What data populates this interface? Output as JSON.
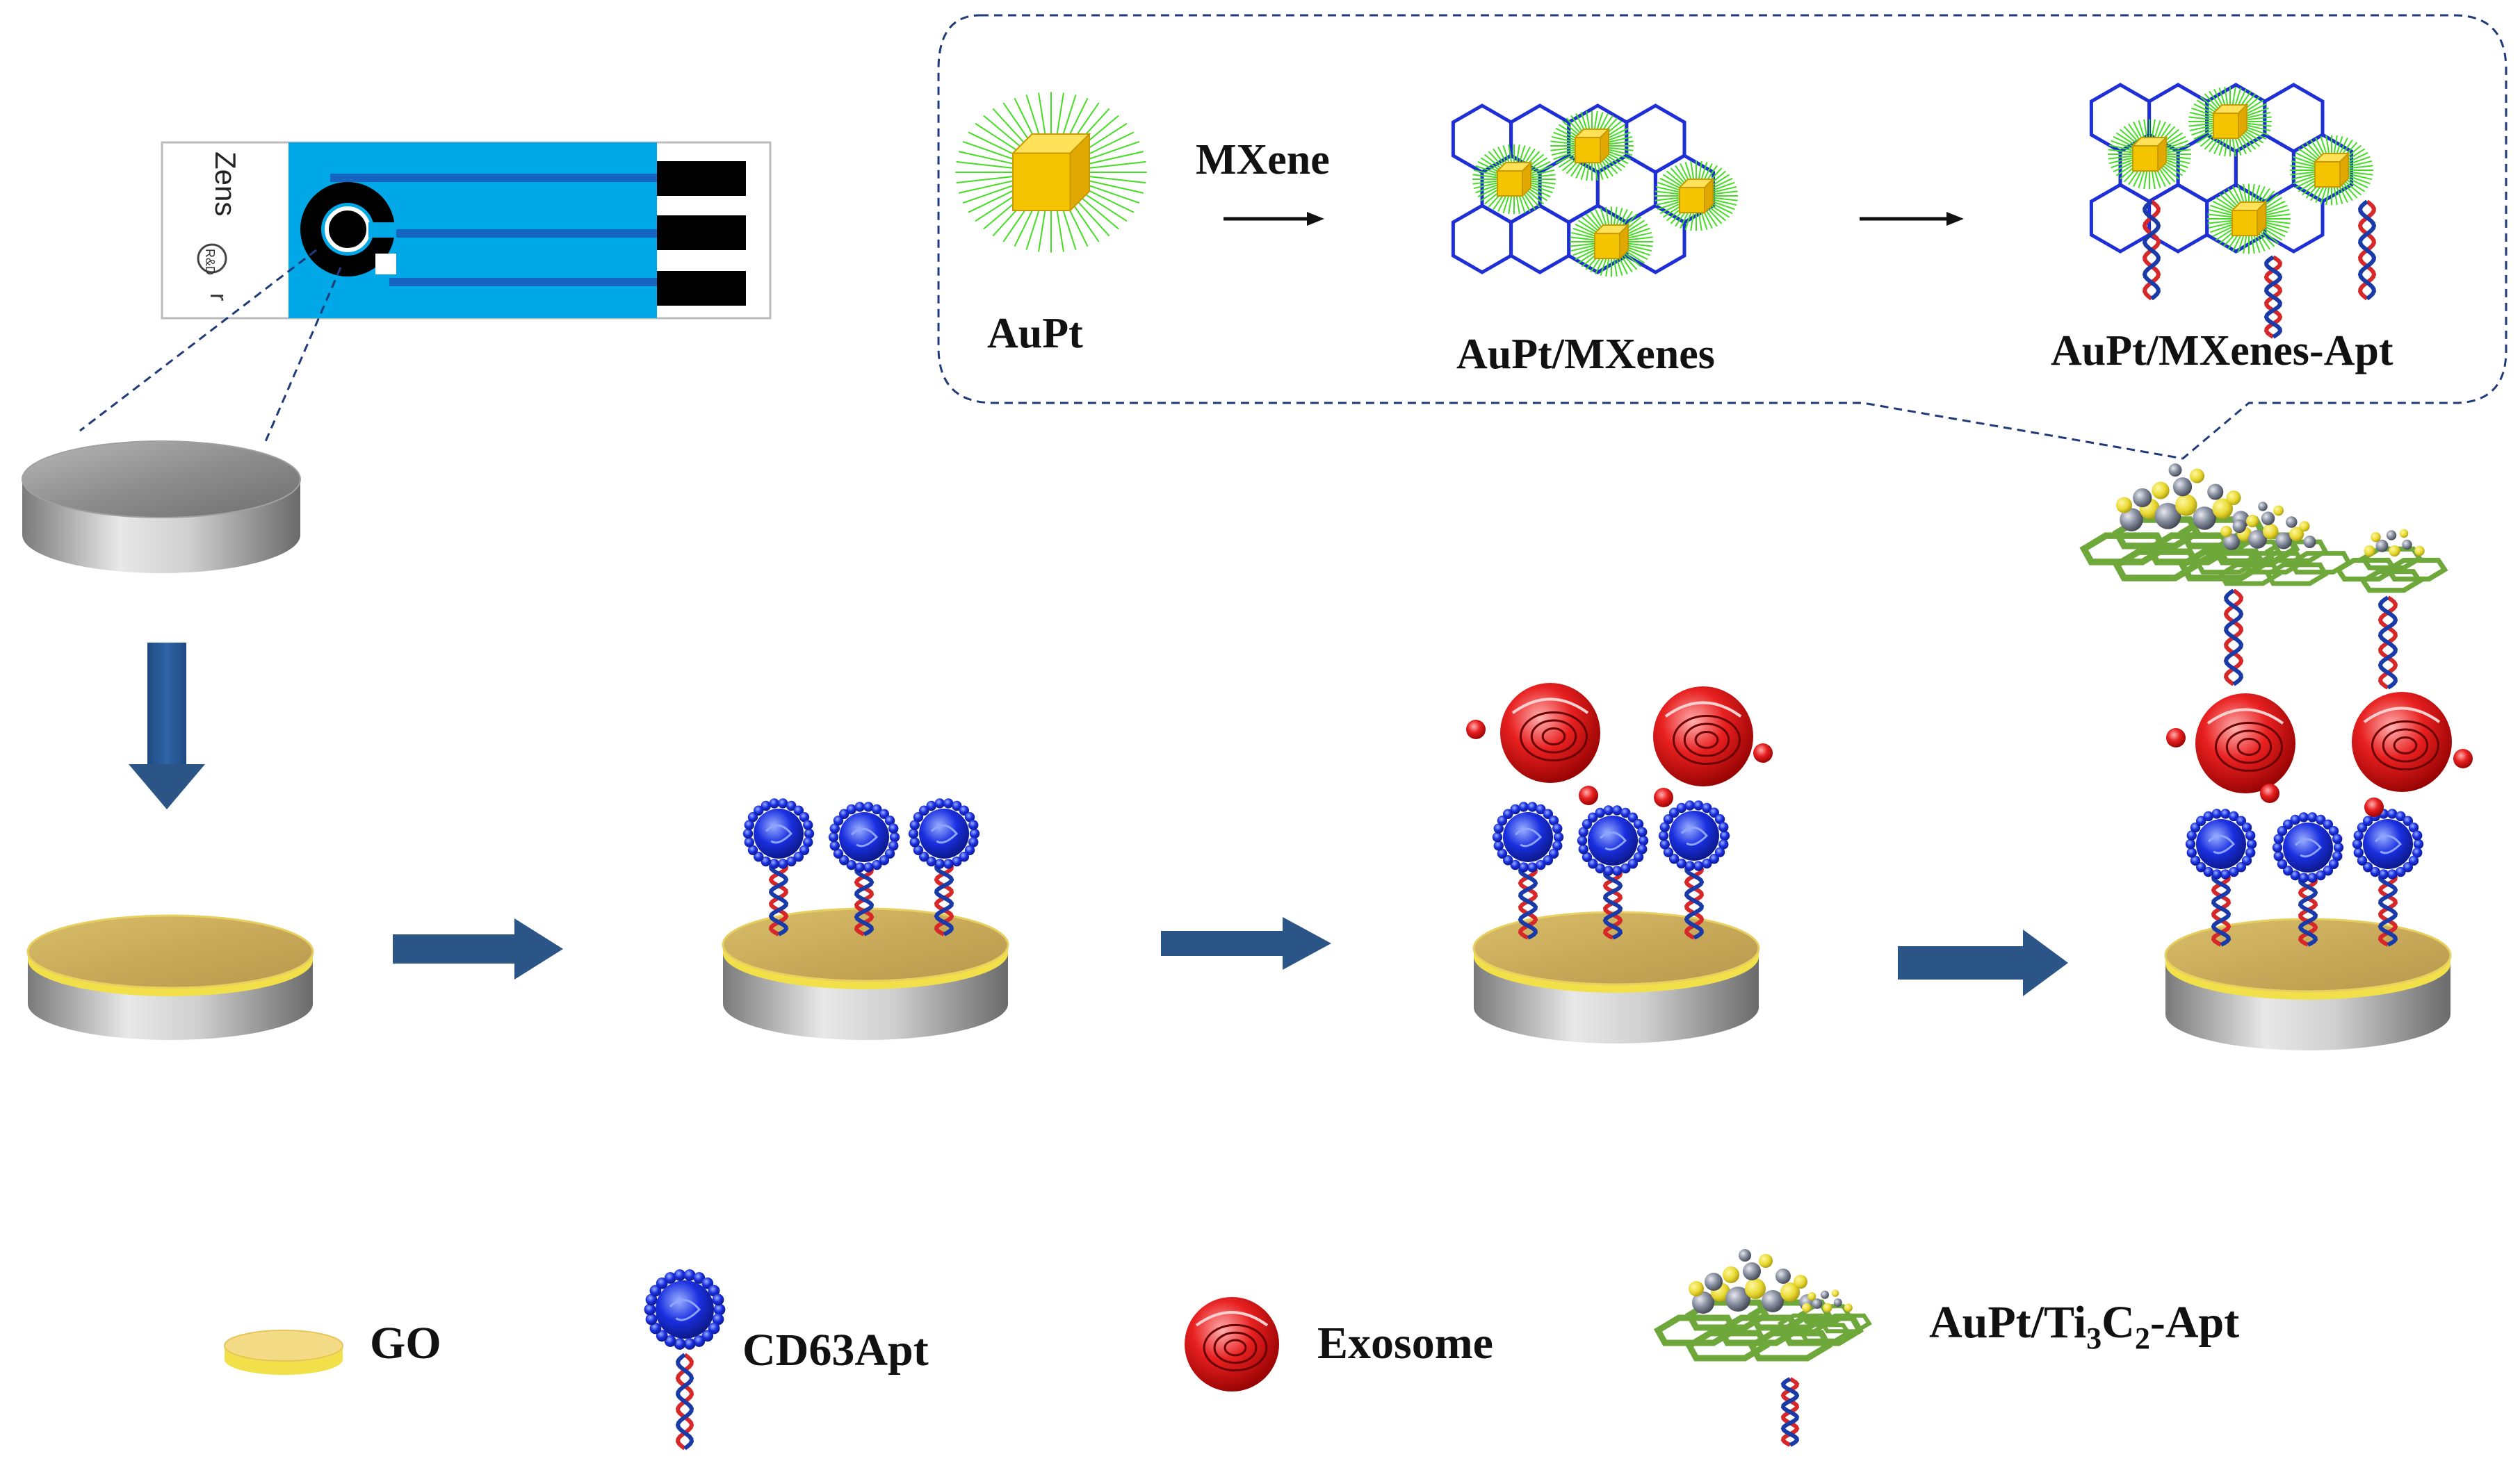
{
  "electrode": {
    "brand_text": "Zens",
    "logo_text": "R&D",
    "edge_text": "r"
  },
  "inset": {
    "aupt_label": "AuPt",
    "arrow_label": "MXene",
    "mxenes_label": "AuPt/MXenes",
    "apt_label": "AuPt/MXenes-Apt"
  },
  "legend": {
    "go_label": "GO",
    "cd63_label": "CD63Apt",
    "exosome_label": "Exosome",
    "probe_label_main": "AuPt/Ti",
    "probe_sub_1": "3",
    "probe_mid": "C",
    "probe_sub_2": "2",
    "probe_tail": "-Apt"
  },
  "colors": {
    "electrode_blue": "#00a8e8",
    "trace_blue": "#1565c0",
    "arrow_blue": "#2a5586",
    "go_gold": "#c8a850",
    "go_rim": "#f2e04a",
    "hex_blue": "#1f2fd6",
    "cube_yellow": "#f5c400",
    "sheet_green": "#6fa83a",
    "exosome_red": "#e02020",
    "cd63_blue": "#1a2fe0",
    "dna_red": "#d62828",
    "dna_blue": "#1a3aa8"
  }
}
